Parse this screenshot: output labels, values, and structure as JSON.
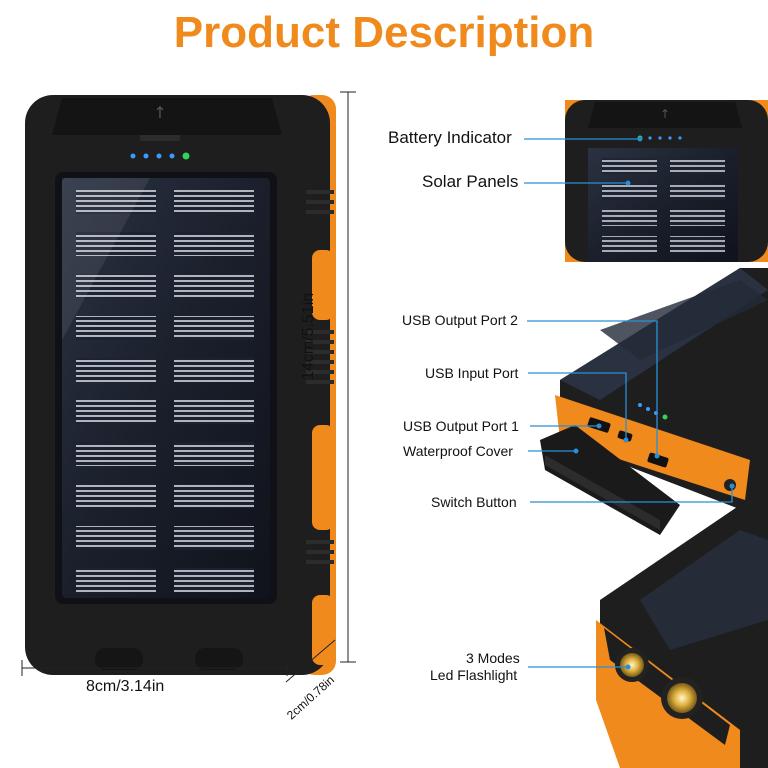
{
  "title": "Product Description",
  "dimensions": {
    "width": "8cm/3.14in",
    "height": "14cm/5.51in",
    "depth": "2cm/0.78in"
  },
  "callouts": {
    "battery_indicator": "Battery Indicator",
    "solar_panels": "Solar Panels",
    "usb_output_2": "USB Output Port 2",
    "usb_input": "USB Input Port",
    "usb_output_1": "USB Output Port 1",
    "waterproof_cover": "Waterproof Cover",
    "switch_button": "Switch Button",
    "flashlight_line1": "3 Modes",
    "flashlight_line2": "Led Flashlight"
  },
  "colors": {
    "accent": "#f08a1c",
    "body": "#1e1e1e",
    "callout_line": "#2a8fd6",
    "indicator_blue": "#3a9bff",
    "indicator_green": "#34d25a"
  }
}
